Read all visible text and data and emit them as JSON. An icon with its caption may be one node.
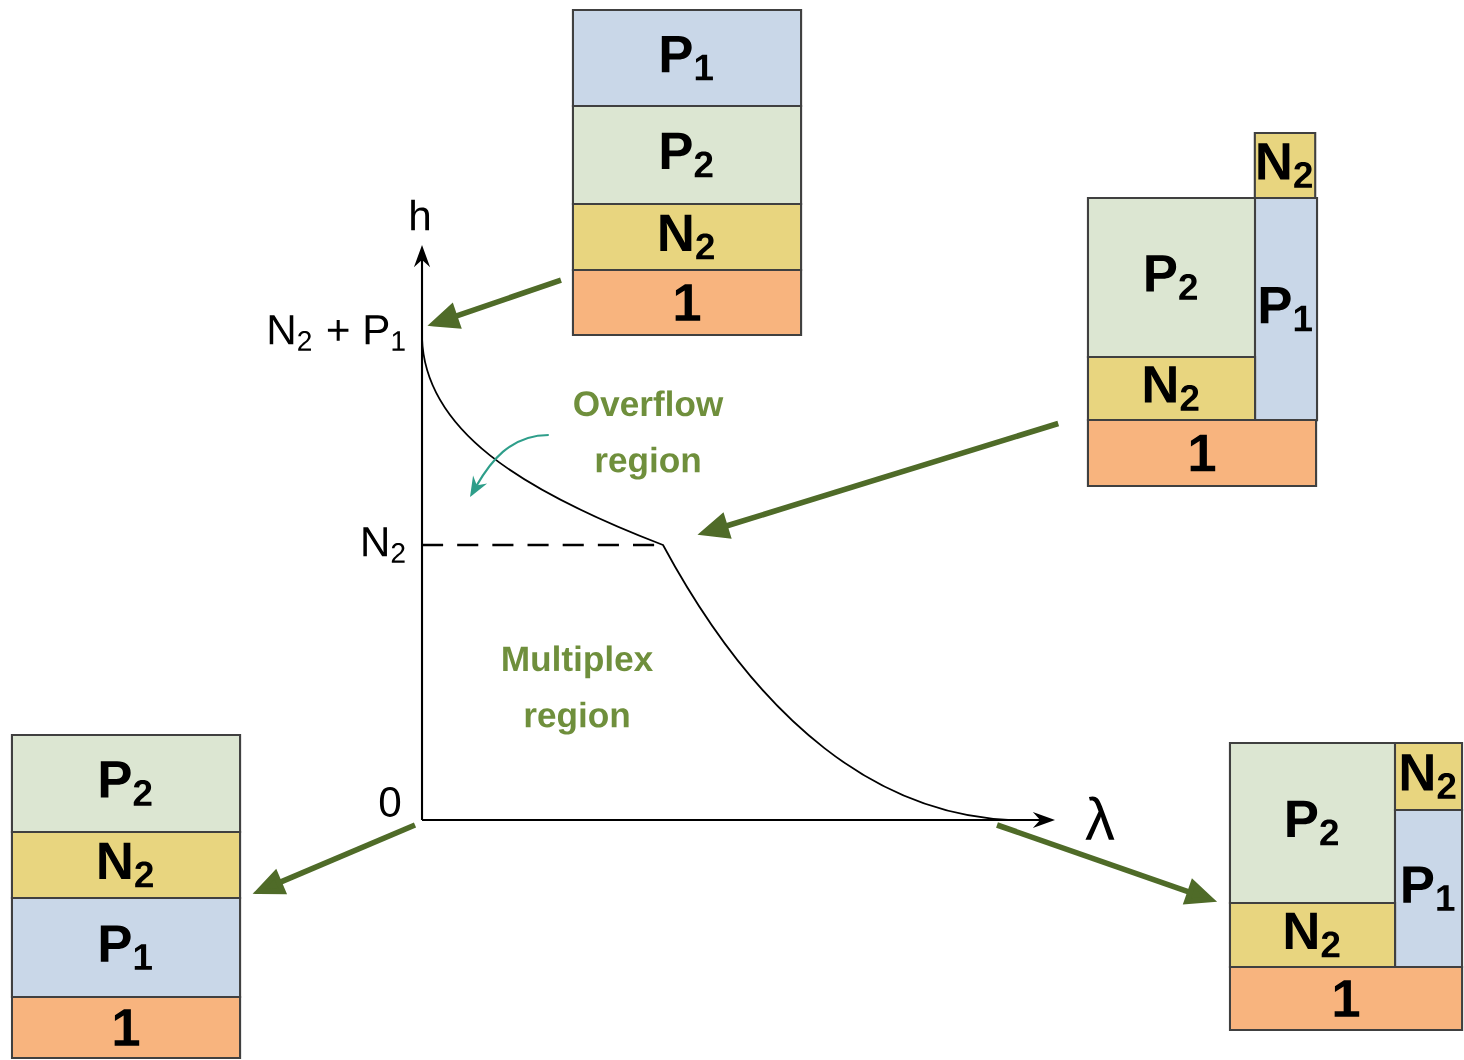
{
  "diagram": {
    "nodes": [
      {
        "text": [
          "P$_{1}$"
        ]
      },
      {
        "text": [
          "P$_{2}$"
        ]
      },
      {
        "text": [
          "N$_{2}$"
        ]
      },
      {
        "text": [
          "1"
        ]
      },
      {
        "text": [
          "N$_{2}$"
        ]
      },
      {
        "text": [
          "P$_{2}$"
        ]
      },
      {
        "text": [
          "P$_{1}$"
        ]
      },
      {
        "text": [
          "N$_{2}$"
        ]
      },
      {
        "text": [
          "1"
        ]
      },
      {
        "text": [
          "P$_{2}$"
        ]
      },
      {
        "text": [
          "N$_{2}$"
        ]
      },
      {
        "text": [
          "P$_{1}$"
        ]
      },
      {
        "text": [
          "1"
        ]
      },
      {
        "text": [
          "P$_{2}$"
        ]
      },
      {
        "text": [
          "N$_{2}$"
        ]
      },
      {
        "text": [
          "P$_{1}$"
        ]
      },
      {
        "text": [
          "N$_{2}$"
        ]
      },
      {
        "text": [
          "1"
        ]
      },
      {
        "text": [
          "Overflow region"
        ]
      }
    ],
    "edges": [
      {
        "from": 2,
        "to": null,
        "arrow": "to"
      },
      {
        "from": 7,
        "to": null,
        "arrow": "to"
      },
      {
        "from": null,
        "to": 11,
        "arrow": "to"
      },
      {
        "from": null,
        "to": 16,
        "arrow": "to"
      },
      {
        "from": 18,
        "to": null,
        "arrow": "to",
        "color": "#2e9e8a"
      }
    ],
    "labels": [
      "h",
      "N$_{2}$ + P$_{1}$",
      "N$_{2}$",
      "0",
      "λ",
      "Multiplex region"
    ]
  }
}
